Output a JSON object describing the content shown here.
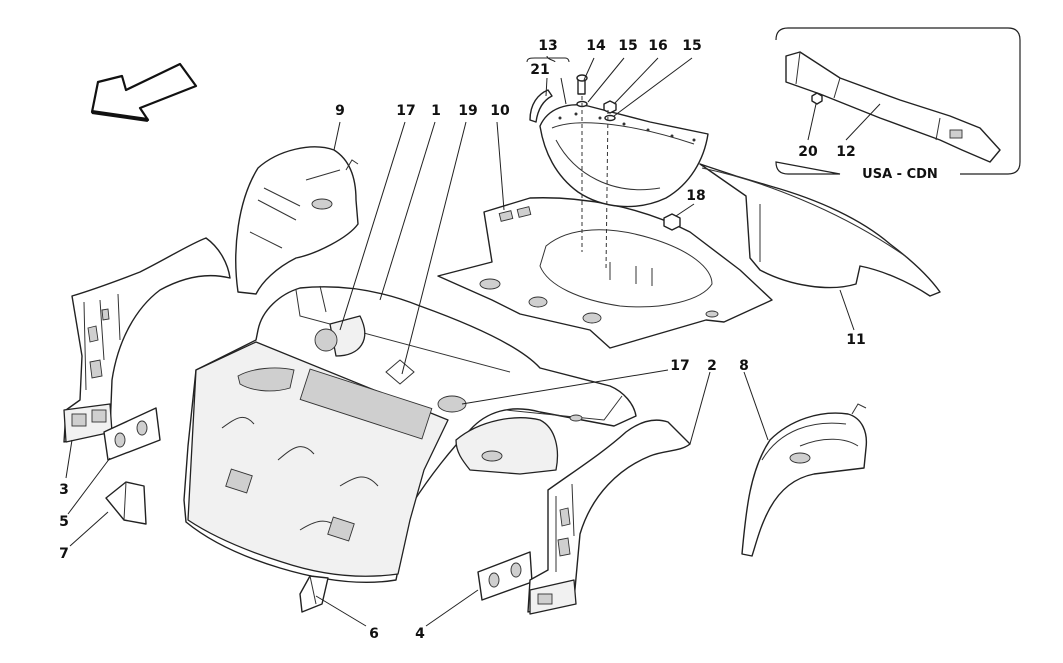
{
  "callouts": {
    "c1": "1",
    "c2": "2",
    "c3": "3",
    "c4": "4",
    "c5": "5",
    "c6": "6",
    "c7": "7",
    "c8": "8",
    "c9": "9",
    "c10": "10",
    "c11": "11",
    "c12": "12",
    "c13": "13",
    "c14": "14",
    "c15a": "15",
    "c15b": "15",
    "c16": "16",
    "c17a": "17",
    "c17b": "17",
    "c18": "18",
    "c19": "19",
    "c20": "20",
    "c21": "21"
  },
  "inset": {
    "label": "USA - CDN"
  },
  "icons": {
    "direction_arrow": "direction-arrow-icon"
  },
  "colors": {
    "line": "#222222",
    "background": "#ffffff",
    "shade": "#f1f1f1"
  }
}
